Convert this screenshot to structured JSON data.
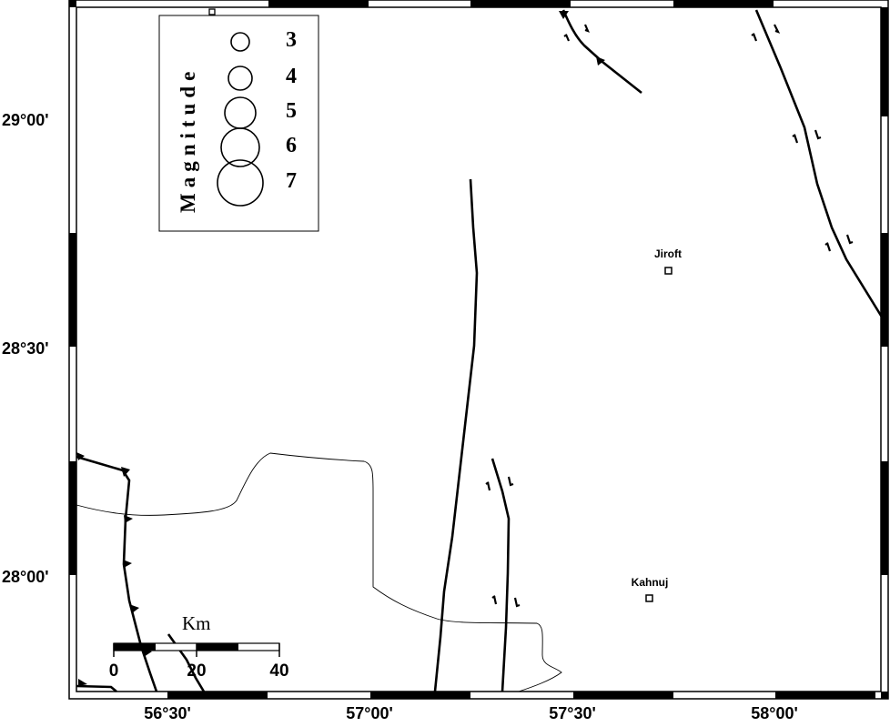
{
  "map": {
    "lat_labels": [
      "29°00'",
      "28°30'",
      "28°00'"
    ],
    "lon_labels": [
      "56°30'",
      "57°00'",
      "57°30'",
      "58°00'"
    ]
  },
  "legend": {
    "title": "Magnitude",
    "magnitudes": [
      "3",
      "4",
      "5",
      "6",
      "7"
    ]
  },
  "cities": [
    {
      "name": "Jiroft"
    },
    {
      "name": "Kahnuj"
    }
  ],
  "scale_bar": {
    "unit": "Km",
    "ticks": [
      "0",
      "20",
      "40"
    ]
  },
  "colors": {
    "frame": "#000000",
    "fault": "#000000",
    "border": "#000000",
    "background": "#ffffff"
  }
}
